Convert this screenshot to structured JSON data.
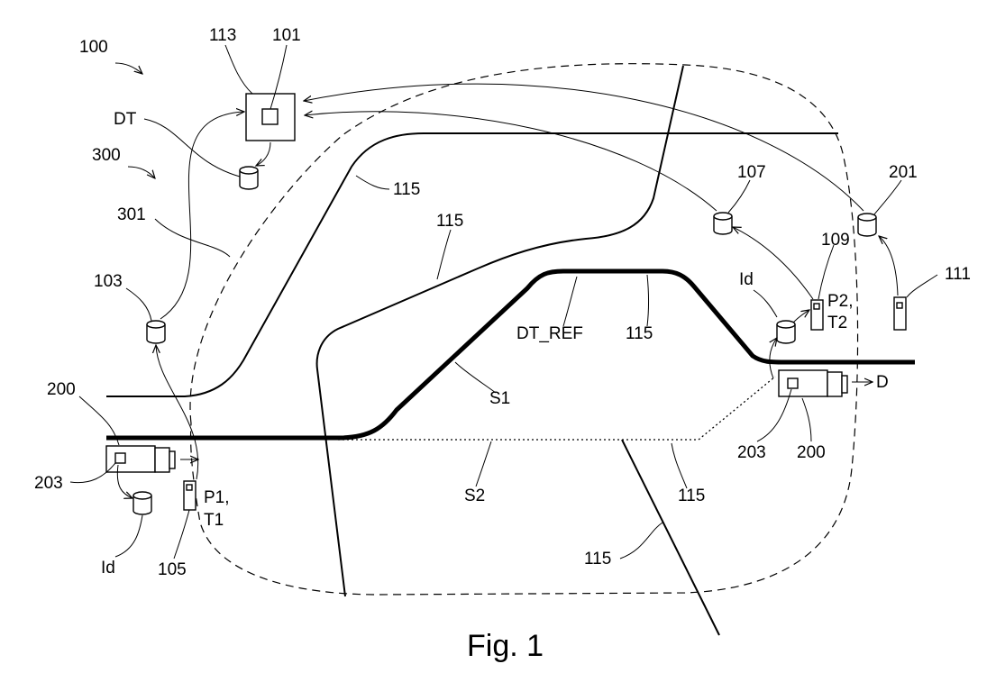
{
  "figure": {
    "caption": "Fig. 1",
    "labels": {
      "system_100": "100",
      "server_113": "113",
      "unit_101": "101",
      "data_dt": "DT",
      "area_300": "300",
      "boundary_301": "301",
      "db_103": "103",
      "road_115_a": "115",
      "road_115_b": "115",
      "road_115_c": "115",
      "road_115_d": "115",
      "road_115_e": "115",
      "vehicle_200_left": "200",
      "vehicle_200_right": "200",
      "device_203_left": "203",
      "device_203_right": "203",
      "id_left": "Id",
      "id_right": "Id",
      "sensor_105": "105",
      "p1": "P1,",
      "t1": "T1",
      "p2": "P2,",
      "t2": "T2",
      "sensor_109": "109",
      "db_107": "107",
      "db_201": "201",
      "sensor_111": "111",
      "dt_ref": "DT_REF",
      "s1": "S1",
      "s2": "S2",
      "direction_d": "D"
    }
  }
}
